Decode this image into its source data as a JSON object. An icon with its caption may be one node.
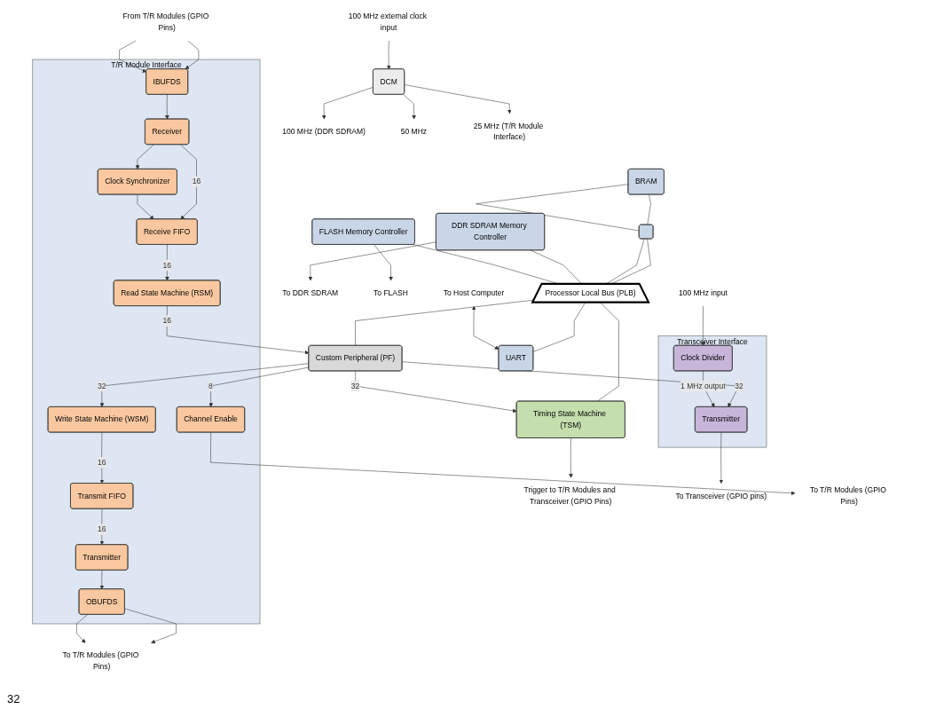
{
  "diagram": {
    "nodes": [
      {
        "text": [
          "DDR SDRAM Memory Controller"
        ]
      },
      {
        "text": [
          "FLASH Memory Controller"
        ]
      },
      {
        "text": [
          "BRAM"
        ]
      },
      {
        "text": [],
        "shape": "box"
      },
      {
        "text": [
          "Processor Local Bus (PLB)"
        ]
      },
      {
        "text": [
          "UART"
        ]
      },
      {
        "text": [
          "Custom Peripheral (PF)"
        ]
      },
      {
        "text": [
          "Timing State Machine (TSM)"
        ]
      },
      {
        "text": [
          "Transceiver Interface"
        ]
      },
      {
        "text": [
          "Transmitter"
        ],
        "in": 8
      },
      {
        "text": [
          "Clock Divider"
        ],
        "in": 8
      },
      {
        "text": [
          "T/R Module Interface"
        ]
      },
      {
        "text": [
          "Channel Enable"
        ],
        "in": 11
      },
      {
        "text": [
          "Write State Machine (WSM)"
        ],
        "in": 11
      },
      {
        "text": [
          "Transmit FIFO"
        ],
        "in": 11
      },
      {
        "text": [
          "Transmitter"
        ],
        "in": 11
      },
      {
        "text": [
          "OBUFDS"
        ],
        "in": 11
      },
      {
        "text": [
          "Read State Machine (RSM)"
        ],
        "in": 11
      },
      {
        "text": [
          "Receive FIFO"
        ],
        "in": 11
      },
      {
        "text": [
          "Receiver"
        ],
        "in": 11
      },
      {
        "text": [
          "IBUFDS"
        ],
        "in": 11
      },
      {
        "text": [
          "Clock Synchronizer"
        ],
        "in": 11
      },
      {
        "text": [
          "DCM"
        ]
      },
      {
        "text": [
          "To DDR SDRAM"
        ]
      },
      {
        "text": [
          "To FLASH"
        ]
      },
      {
        "text": [
          "To Host Computer"
        ]
      },
      {
        "text": [
          "Trigger to T/R Modules and Transceiver (GPIO Pins)"
        ]
      },
      {
        "text": [
          "To Transceiver (GPIO pins)"
        ]
      },
      {
        "text": [
          "To T/R Modules (GPIO Pins)"
        ]
      },
      {
        "text": [
          "To T/R Modules (GPIO Pins)"
        ]
      },
      {
        "text": [
          "From T/R Modules (GPIO Pins)"
        ]
      },
      {
        "text": [
          "100 MHz input"
        ]
      },
      {
        "text": [
          "100 MHz external clock input"
        ]
      },
      {
        "text": [
          "100 MHz (DDR SDRAM)"
        ]
      },
      {
        "text": [
          "50 MHz"
        ]
      },
      {
        "text": [
          "25 MHz (T/R Module Interface)"
        ]
      }
    ],
    "edges": [
      {
        "from": 0,
        "to": 23,
        "arrow": "to"
      },
      {
        "from": 1,
        "to": 24,
        "arrow": "to"
      },
      {
        "from": 2,
        "to": 3,
        "arrow": "none"
      },
      {
        "from": 2,
        "to": 3,
        "arrow": "none"
      },
      {
        "from": 3,
        "to": 4,
        "arrow": "none"
      },
      {
        "from": 3,
        "to": 4,
        "arrow": "none"
      },
      {
        "from": 0,
        "to": 4,
        "arrow": "none"
      },
      {
        "from": 1,
        "to": 4,
        "arrow": "none"
      },
      {
        "from": 4,
        "to": 5,
        "arrow": "none"
      },
      {
        "from": 4,
        "to": 6,
        "arrow": "none"
      },
      {
        "from": 4,
        "to": 7,
        "arrow": "none"
      },
      {
        "from": 25,
        "to": 5,
        "arrow": "both"
      },
      {
        "from": 6,
        "to": 7,
        "arrow": "to",
        "label": "32"
      },
      {
        "from": 7,
        "to": 26,
        "arrow": "to"
      },
      {
        "from": 6,
        "to": 9,
        "arrow": "to",
        "label": "32"
      },
      {
        "from": 10,
        "to": 9,
        "arrow": "to",
        "label": "1 MHz output"
      },
      {
        "from": 9,
        "to": 27,
        "arrow": "to"
      },
      {
        "from": 31,
        "to": 10,
        "arrow": "to"
      },
      {
        "from": 6,
        "to": 13,
        "arrow": "to",
        "label": "32"
      },
      {
        "from": 6,
        "to": 12,
        "arrow": "to",
        "label": "8"
      },
      {
        "from": 12,
        "to": 28,
        "arrow": "to"
      },
      {
        "from": 13,
        "to": 14,
        "arrow": "to",
        "label": "16"
      },
      {
        "from": 14,
        "to": 15,
        "arrow": "to",
        "label": "16"
      },
      {
        "from": 15,
        "to": 16,
        "arrow": "to"
      },
      {
        "from": 16,
        "to": 29,
        "arrow": "to"
      },
      {
        "from": 16,
        "to": 29,
        "arrow": "to"
      },
      {
        "from": 30,
        "to": 20,
        "arrow": "to"
      },
      {
        "from": 30,
        "to": 20,
        "arrow": "to"
      },
      {
        "from": 20,
        "to": 19,
        "arrow": "to"
      },
      {
        "from": 19,
        "to": 18,
        "arrow": "to",
        "label": "16"
      },
      {
        "from": 18,
        "to": 17,
        "arrow": "to",
        "label": "16"
      },
      {
        "from": 17,
        "to": 6,
        "arrow": "to",
        "label": "16"
      },
      {
        "from": 19,
        "to": 21,
        "arrow": "to"
      },
      {
        "from": 21,
        "to": 18,
        "arrow": "to"
      },
      {
        "from": 32,
        "to": 22,
        "arrow": "to"
      },
      {
        "from": 22,
        "to": 33,
        "arrow": "to"
      },
      {
        "from": 22,
        "to": 34,
        "arrow": "to"
      },
      {
        "from": 22,
        "to": 35,
        "arrow": "to"
      }
    ],
    "labels": [
      "32"
    ]
  }
}
